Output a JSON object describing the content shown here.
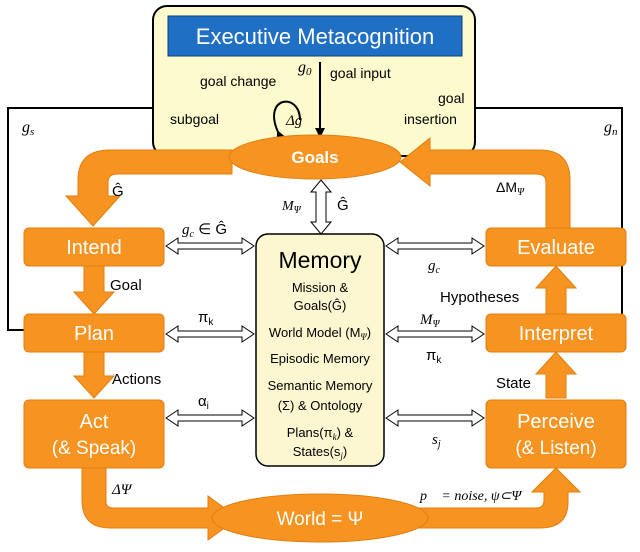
{
  "executive": {
    "title": "Executive Metacognition",
    "goal_change": "goal change",
    "g0": "g",
    "g0_sub": "0",
    "goal_input": "goal input",
    "delta_g": "Δg",
    "subgoal": "subgoal",
    "goal_insertion_1": "goal",
    "goal_insertion_2": "insertion"
  },
  "goals": {
    "label": "Goals"
  },
  "side_labels": {
    "gs": "g",
    "gs_sub": "s",
    "gn": "g",
    "gn_sub": "n",
    "g_hat_left": "Ĝ",
    "delta_m_psi": "ΔM",
    "delta_m_psi_sub": "Ψ",
    "m_psi_center": "M",
    "m_psi_center_sub": "Ψ",
    "g_hat_center": "Ĝ"
  },
  "left_boxes": {
    "intend": "Intend",
    "plan": "Plan",
    "act_1": "Act",
    "act_2": "(& Speak)",
    "goal_arrow": "Goal",
    "actions_arrow": "Actions"
  },
  "right_boxes": {
    "evaluate": "Evaluate",
    "interpret": "Interpret",
    "perceive_1": "Perceive",
    "perceive_2": "(& Listen)",
    "hypotheses_arrow": "Hypotheses",
    "state_arrow": "State"
  },
  "memory": {
    "title": "Memory",
    "items": [
      "Mission &",
      "Goals(Ĝ)",
      "World Model (M",
      "Episodic Memory",
      "Semantic Memory",
      "(Σ) & Ontology",
      "Plans(π",
      "States(s"
    ],
    "world_model_sub": "Ψ",
    "plans_sub": "k",
    "plans_tail": ") &",
    "states_sub": "j",
    "states_tail": ")"
  },
  "exchange_labels": {
    "gc_in_ghat": "g",
    "gc_sub": "c",
    "gc_tail": " ∈ Ĝ",
    "pi_k_left": "π",
    "pi_k_left_sub": "k",
    "alpha_i": "α",
    "alpha_i_sub": "i",
    "gc_right": "g",
    "gc_right_sub": "c",
    "m_psi_right": "M",
    "m_psi_right_sub": "Ψ",
    "pi_k_right": "π",
    "pi_k_right_sub": "k",
    "s_j": "s",
    "s_j_sub": "j"
  },
  "world": {
    "label": "World = Ψ",
    "delta_psi": "ΔΨ",
    "noise": "p⃗ = noise, ψ⊂Ψ"
  },
  "colors": {
    "orange": "#f79321",
    "orange_dark": "#e07f10",
    "blue": "#1f6fc5",
    "yellow": "#fdfacd",
    "memory_fill": "#fcf7d0"
  }
}
